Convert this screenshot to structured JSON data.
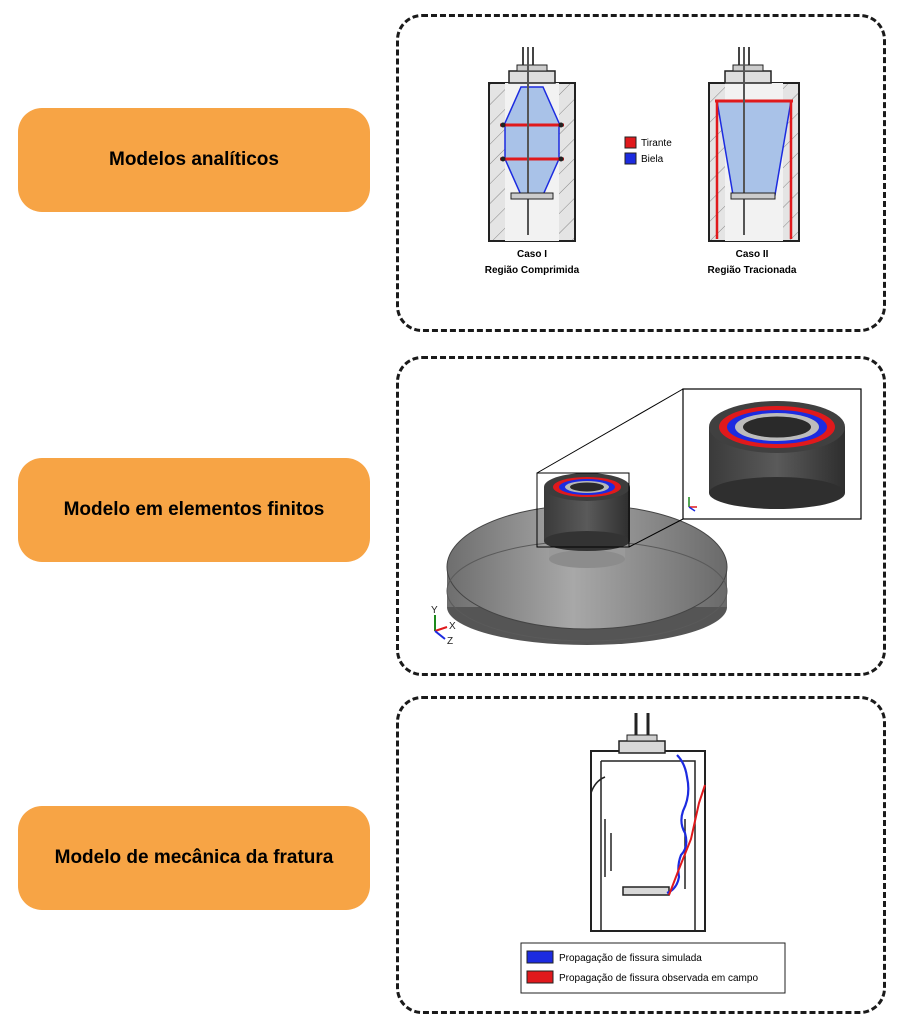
{
  "colors": {
    "label_fill": "#f7a445",
    "tie": "#e0191c",
    "strut": "#1c2be0",
    "strut_fill": "#a9c2e8",
    "concrete_fill": "#dedede",
    "model_gray": "#8a8a8a",
    "crack_simulated": "#1c2be0",
    "crack_observed": "#e0191c"
  },
  "rows": [
    {
      "label": "Modelos analíticos"
    },
    {
      "label": "Modelo em elementos finitos"
    },
    {
      "label": "Modelo de mecânica da fratura"
    }
  ],
  "analytical": {
    "case1": {
      "title": "Caso I",
      "subtitle": "Região Comprimida"
    },
    "case2": {
      "title": "Caso II",
      "subtitle": "Região Tracionada"
    },
    "legend": [
      {
        "label": "Tirante",
        "color": "#e0191c"
      },
      {
        "label": "Biela",
        "color": "#1c2be0"
      }
    ]
  },
  "fem": {
    "axes": {
      "y": "Y",
      "x": "X",
      "z": "Z"
    }
  },
  "fracture": {
    "legend": [
      {
        "label": "Propagação de fissura simulada",
        "color": "#1c2be0"
      },
      {
        "label": "Propagação de fissura observada em campo",
        "color": "#e0191c"
      }
    ]
  }
}
